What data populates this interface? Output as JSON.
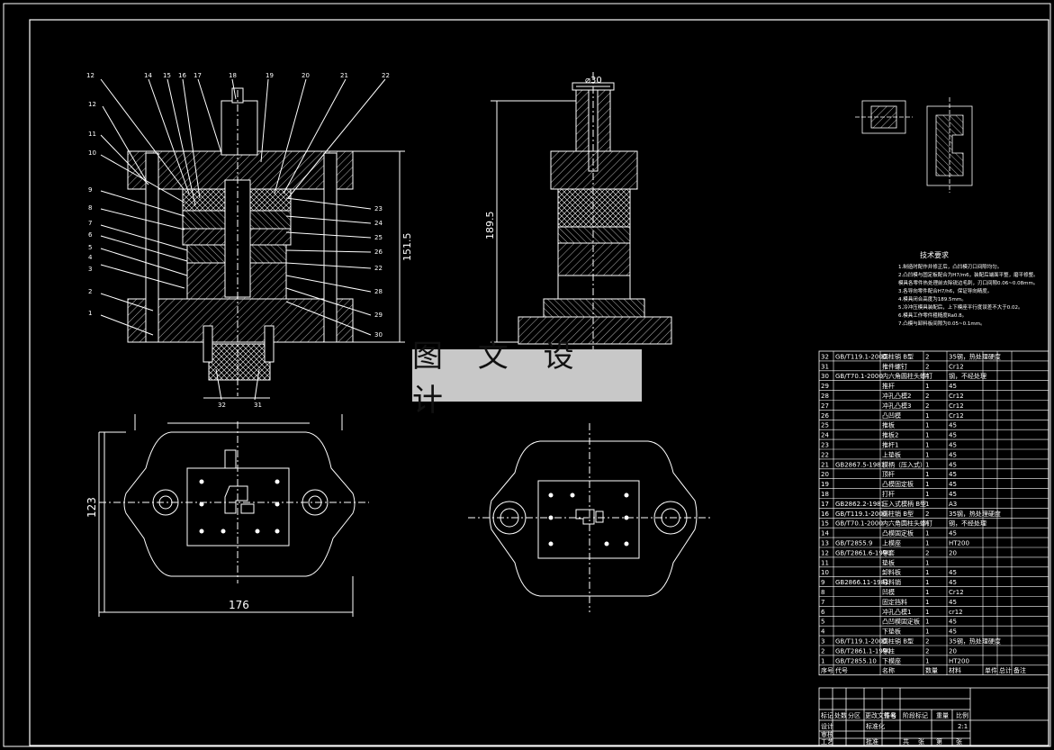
{
  "watermark": "图 文 设 计",
  "front_view": {
    "height_dim": "151.5",
    "balloons_left": [
      "12",
      "12",
      "11",
      "10",
      "9",
      "8",
      "7",
      "6",
      "5",
      "4",
      "3",
      "2",
      "1"
    ],
    "balloons_top": [
      "14",
      "15",
      "16",
      "17",
      "18",
      "19",
      "20",
      "21",
      "22"
    ],
    "balloons_right": [
      "23",
      "24",
      "25",
      "26",
      "22",
      "28",
      "29",
      "30"
    ],
    "balloons_bottom": [
      "32",
      "31"
    ]
  },
  "side_view": {
    "dia_dim": "⌀30",
    "height_dim": "189.5"
  },
  "plan_view": {
    "width_dim": "176",
    "height_dim": "123"
  },
  "tech_notes": {
    "title": "技术要求",
    "lines": [
      "1.制造时配作并修正后，凸凹模刃口间隙均匀。",
      "2.凸凹模与固定板配合为H7/m6，装配后端面平整，磨平修整。",
      "   模具各零件热处理前去除锐边毛刺，刃口间隙0.06~0.08mm。",
      "3.各导向零件配合H7/h6，保证导向精度。",
      "4.模具闭合高度为189.5mm。",
      "5.冷冲压模具装配后，上下模座平行度误差不大于0.02。",
      "6.模具工作零件粗糙度Ra0.8。",
      "7.凸模与卸料板间隙为0.05~0.1mm。"
    ]
  },
  "bom": {
    "rows": [
      {
        "no": "32",
        "code": "GB/T119.1-2000",
        "name": "圆柱销 B型",
        "qty": "2",
        "mat": "35钢，热处理硬度"
      },
      {
        "no": "31",
        "code": "",
        "name": "推件螺钉",
        "qty": "2",
        "mat": "Cr12"
      },
      {
        "no": "30",
        "code": "GB/T70.1-2000",
        "name": "内六角圆柱头螺钉",
        "qty": "4",
        "mat": "钢，不经处理"
      },
      {
        "no": "29",
        "code": "",
        "name": "推杆",
        "qty": "1",
        "mat": "45"
      },
      {
        "no": "28",
        "code": "",
        "name": "冲孔凸模2",
        "qty": "2",
        "mat": "Cr12"
      },
      {
        "no": "27",
        "code": "",
        "name": "冲孔凸模3",
        "qty": "2",
        "mat": "Cr12"
      },
      {
        "no": "26",
        "code": "",
        "name": "凸凹模",
        "qty": "1",
        "mat": "Cr12"
      },
      {
        "no": "25",
        "code": "",
        "name": "推板",
        "qty": "1",
        "mat": "45"
      },
      {
        "no": "24",
        "code": "",
        "name": "推板2",
        "qty": "1",
        "mat": "45"
      },
      {
        "no": "23",
        "code": "",
        "name": "推杆1",
        "qty": "1",
        "mat": "45"
      },
      {
        "no": "22",
        "code": "",
        "name": "上垫板",
        "qty": "1",
        "mat": "45"
      },
      {
        "no": "21",
        "code": "GB2867.5-1981",
        "name": "模柄（压入式）",
        "qty": "1",
        "mat": "45"
      },
      {
        "no": "20",
        "code": "",
        "name": "顶杆",
        "qty": "1",
        "mat": "45"
      },
      {
        "no": "19",
        "code": "",
        "name": "凸模固定板",
        "qty": "1",
        "mat": "45"
      },
      {
        "no": "18",
        "code": "",
        "name": "打杆",
        "qty": "1",
        "mat": "45"
      },
      {
        "no": "17",
        "code": "GB2862.2-1981",
        "name": "压入式模柄 B型",
        "qty": "1",
        "mat": "A3"
      },
      {
        "no": "16",
        "code": "GB/T119.1-2000",
        "name": "圆柱销 B型",
        "qty": "2",
        "mat": "35钢，热处理硬度"
      },
      {
        "no": "15",
        "code": "GB/T70.1-2000",
        "name": "内六角圆柱头螺钉",
        "qty": "4",
        "mat": "钢，不经处理"
      },
      {
        "no": "14",
        "code": "",
        "name": "凸模固定板",
        "qty": "1",
        "mat": "45"
      },
      {
        "no": "13",
        "code": "GB/T2855.9",
        "name": "上模座",
        "qty": "1",
        "mat": "HT200"
      },
      {
        "no": "12",
        "code": "GB/T2861.6-1990",
        "name": "导套",
        "qty": "2",
        "mat": "20"
      },
      {
        "no": "11",
        "code": "",
        "name": "垫板",
        "qty": "1",
        "mat": ""
      },
      {
        "no": "10",
        "code": "",
        "name": "卸料板",
        "qty": "1",
        "mat": "45"
      },
      {
        "no": "9",
        "code": "GB2866.11-1981",
        "name": "导料销",
        "qty": "1",
        "mat": "45"
      },
      {
        "no": "8",
        "code": "",
        "name": "凹模",
        "qty": "1",
        "mat": "Cr12"
      },
      {
        "no": "7",
        "code": "",
        "name": "固定挡料",
        "qty": "1",
        "mat": "45"
      },
      {
        "no": "6",
        "code": "",
        "name": "冲孔凸模1",
        "qty": "1",
        "mat": "cr12"
      },
      {
        "no": "5",
        "code": "",
        "name": "凸凹模固定板",
        "qty": "1",
        "mat": "45"
      },
      {
        "no": "4",
        "code": "",
        "name": "下垫板",
        "qty": "1",
        "mat": "45"
      },
      {
        "no": "3",
        "code": "GB/T119.1-2000",
        "name": "圆柱销 B型",
        "qty": "2",
        "mat": "35钢，热处理硬度"
      },
      {
        "no": "2",
        "code": "GB/T2861.1-1990",
        "name": "导柱",
        "qty": "2",
        "mat": "20"
      },
      {
        "no": "1",
        "code": "GB/T2855.10",
        "name": "下模座",
        "qty": "1",
        "mat": "HT200"
      }
    ],
    "header": [
      "序号",
      "代号",
      "名称",
      "数量",
      "材料",
      "单件",
      "总计",
      "备注"
    ]
  },
  "title_block": {
    "labels": [
      "标记",
      "处数",
      "分区",
      "更改文件号",
      "签名",
      "年月日",
      "设计",
      "标准化",
      "审核",
      "工艺",
      "批准",
      "阶段标记",
      "重量",
      "比例",
      "共",
      "张",
      "第",
      "张"
    ],
    "scale": "2:1"
  }
}
